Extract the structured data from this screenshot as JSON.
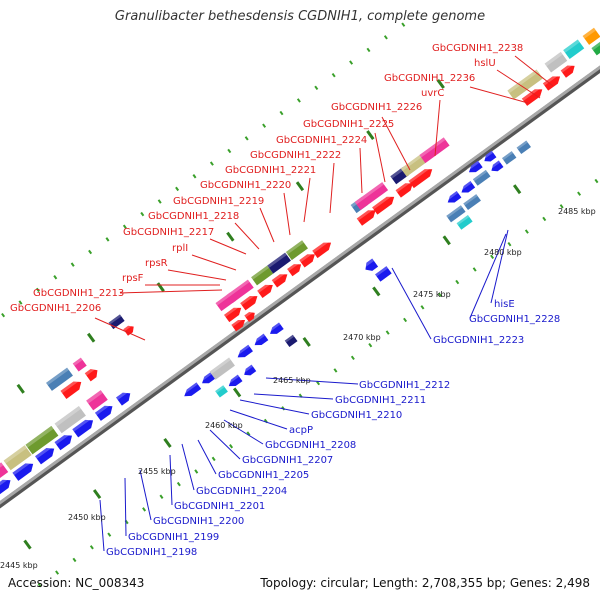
{
  "header": {
    "title": "Granulibacter bethesdensis CGDNIH1, complete genome"
  },
  "footer": {
    "accession": "Accession: NC_008343",
    "topology": "Topology: circular; Length: 2,708,355 bp; Genes: 2,498"
  },
  "colors": {
    "backbone": "#8a8a8a",
    "forward_label": "#e02020",
    "reverse_label": "#1a1acc",
    "tick": "#3aa02a",
    "feature_red": "#ff1a1a",
    "feature_blue": "#1a1aee",
    "feature_pink": "#ee3399",
    "feature_navy": "#1a1a70",
    "feature_olive": "#6e9a2e",
    "feature_khaki": "#c8c080",
    "feature_cyan": "#22cccc",
    "feature_steel": "#4a7fb5",
    "feature_gray": "#c0c0c0"
  },
  "bp_ticks": [
    "2445 kbp",
    "2450 kbp",
    "2455 kbp",
    "2460 kbp",
    "2465 kbp",
    "2470 kbp",
    "2475 kbp",
    "2480 kbp",
    "2485 kbp"
  ],
  "forward_labels": [
    "GbCGDNIH1_2238",
    "hslU",
    "GbCGDNIH1_2236",
    "uvrC",
    "GbCGDNIH1_2226",
    "GbCGDNIH1_2225",
    "GbCGDNIH1_2224",
    "GbCGDNIH1_2222",
    "GbCGDNIH1_2221",
    "GbCGDNIH1_2220",
    "GbCGDNIH1_2219",
    "GbCGDNIH1_2218",
    "GbCGDNIH1_2217",
    "rplI",
    "rpsR",
    "rpsF",
    "GbCGDNIH1_2213",
    "GbCGDNIH1_2206"
  ],
  "reverse_labels": [
    "GbCGDNIH1_2212",
    "GbCGDNIH1_2211",
    "GbCGDNIH1_2210",
    "acpP",
    "GbCGDNIH1_2208",
    "GbCGDNIH1_2207",
    "GbCGDNIH1_2205",
    "GbCGDNIH1_2204",
    "GbCGDNIH1_2201",
    "GbCGDNIH1_2200",
    "GbCGDNIH1_2199",
    "GbCGDNIH1_2198",
    "GbCGDNIH1_2223",
    "hisE",
    "GbCGDNIH1_2228"
  ]
}
